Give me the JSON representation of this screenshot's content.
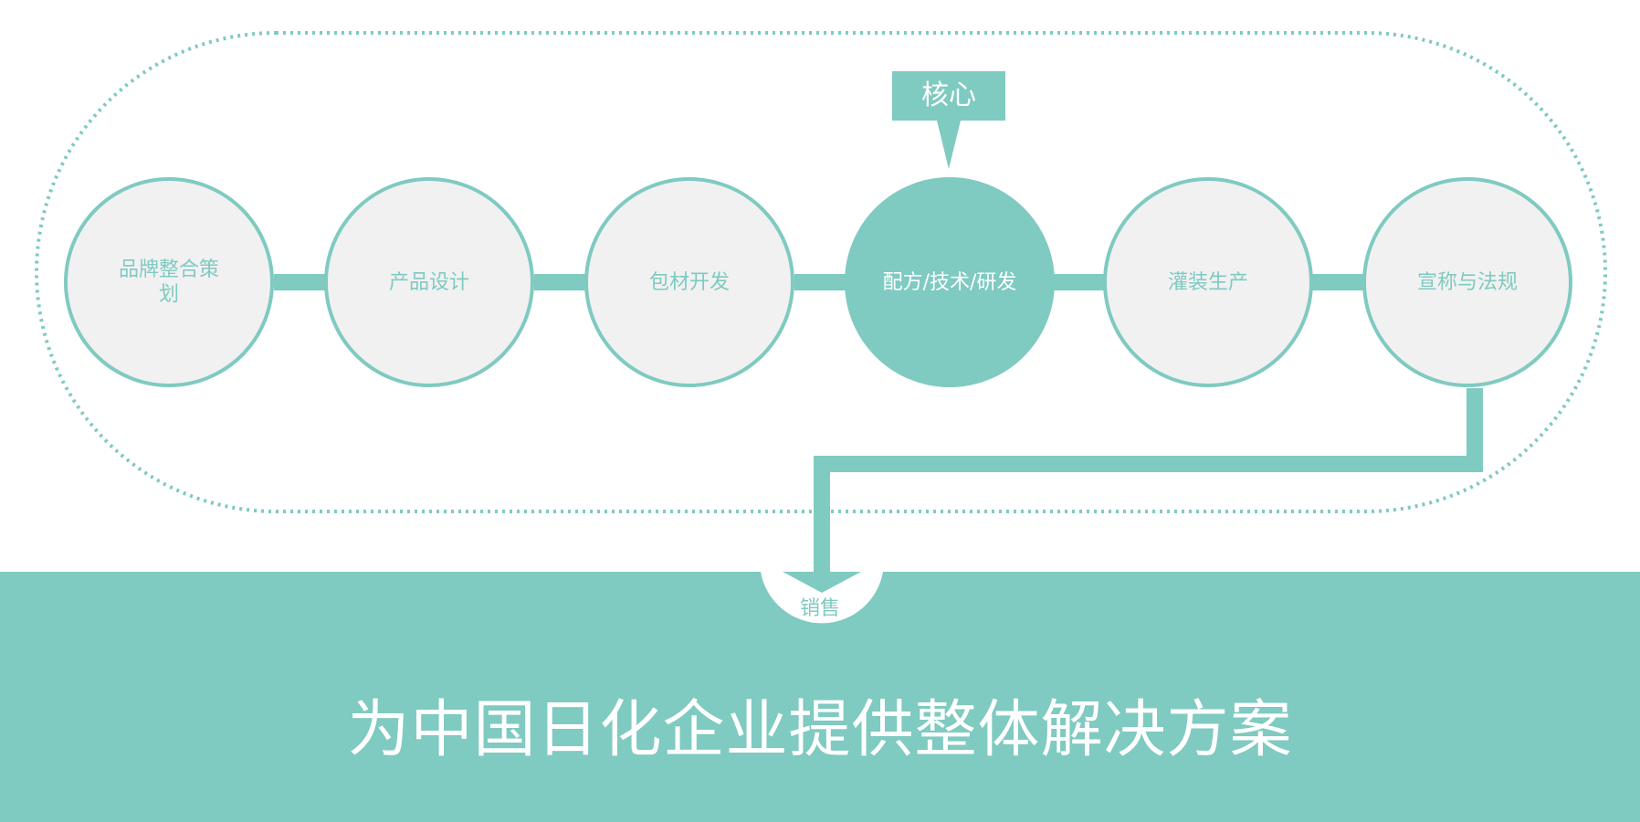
{
  "diagram": {
    "core_tag": "核心",
    "stages": [
      {
        "label": "品牌整合策划",
        "highlight": false
      },
      {
        "label": "产品设计",
        "highlight": false
      },
      {
        "label": "包材开发",
        "highlight": false
      },
      {
        "label": "配方/技术/研发",
        "highlight": true
      },
      {
        "label": "灌装生产",
        "highlight": false
      },
      {
        "label": "宣称与法规",
        "highlight": false
      }
    ],
    "output_label": "销售"
  },
  "banner": {
    "title": "为中国日化企业提供整体解决方案"
  },
  "colors": {
    "accent": "#7fcac1",
    "circle_fill": "#f1f1f1",
    "text_on_accent": "#ffffff"
  }
}
